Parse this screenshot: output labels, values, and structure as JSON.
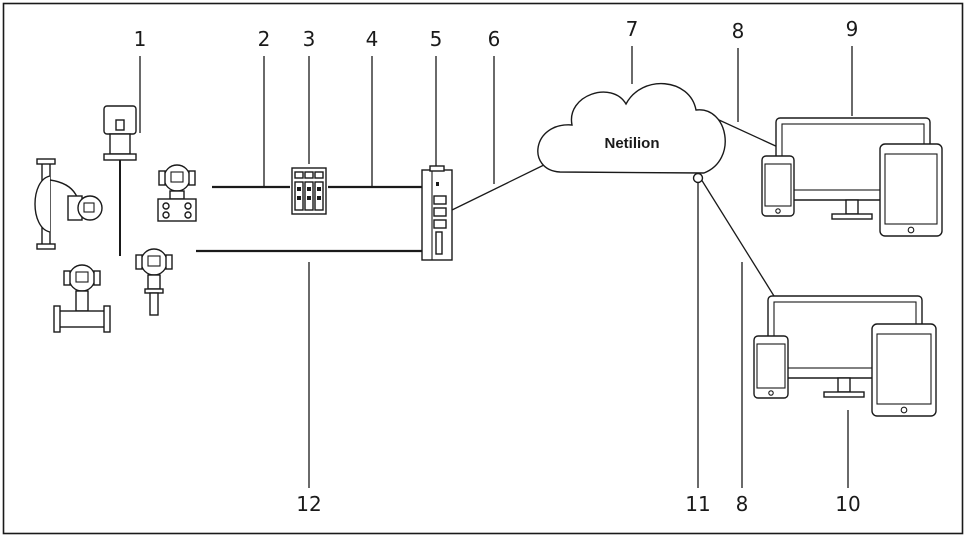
{
  "diagram": {
    "cloud_label": "Netilion",
    "callouts": {
      "c1": "1",
      "c2": "2",
      "c3": "3",
      "c4": "4",
      "c5": "5",
      "c6": "6",
      "c7": "7",
      "c8a": "8",
      "c9": "9",
      "c10": "10",
      "c11": "11",
      "c12": "12",
      "c8b": "8"
    }
  }
}
